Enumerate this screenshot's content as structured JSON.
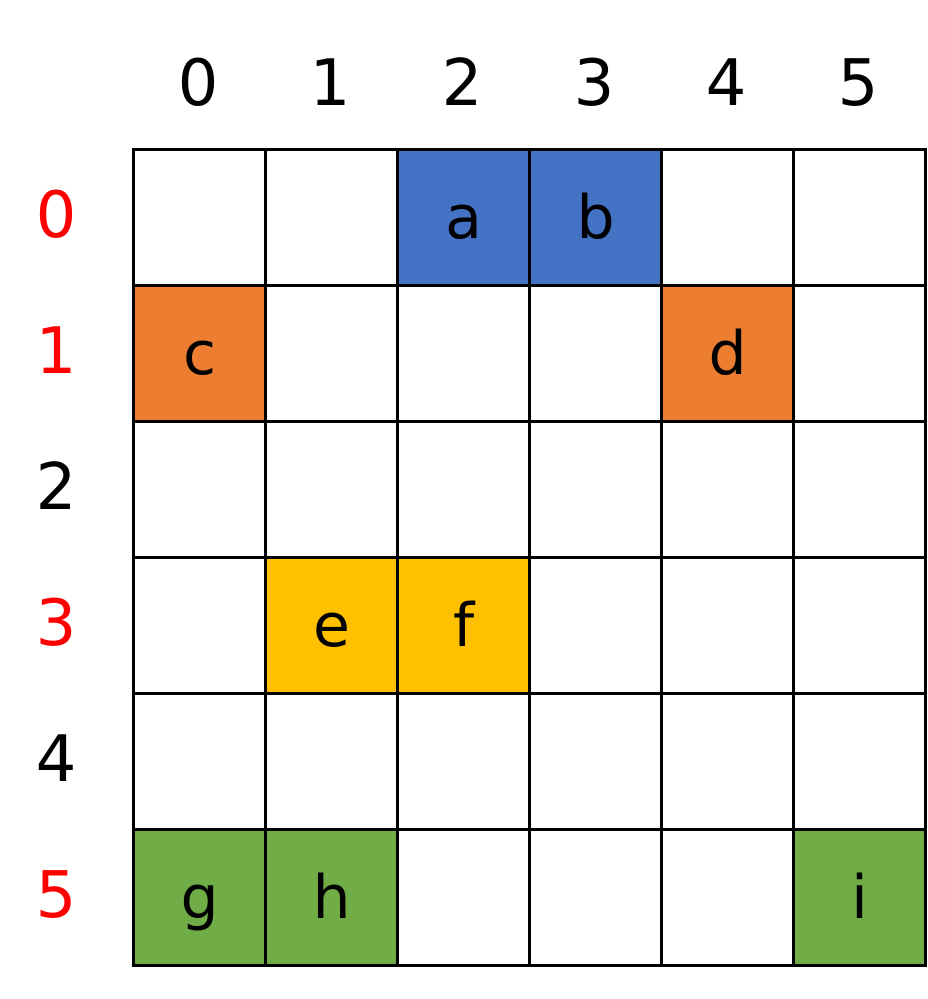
{
  "columns": [
    "0",
    "1",
    "2",
    "3",
    "4",
    "5"
  ],
  "rows": [
    {
      "label": "0",
      "color": "#ff0000"
    },
    {
      "label": "1",
      "color": "#ff0000"
    },
    {
      "label": "2",
      "color": "#000000"
    },
    {
      "label": "3",
      "color": "#ff0000"
    },
    {
      "label": "4",
      "color": "#000000"
    },
    {
      "label": "5",
      "color": "#ff0000"
    }
  ],
  "cells": [
    {
      "row": 0,
      "col": 2,
      "text": "a",
      "color": "#4472c4"
    },
    {
      "row": 0,
      "col": 3,
      "text": "b",
      "color": "#4472c4"
    },
    {
      "row": 1,
      "col": 0,
      "text": "c",
      "color": "#ed7d31"
    },
    {
      "row": 1,
      "col": 4,
      "text": "d",
      "color": "#ed7d31"
    },
    {
      "row": 3,
      "col": 1,
      "text": "e",
      "color": "#ffc000"
    },
    {
      "row": 3,
      "col": 2,
      "text": "f",
      "color": "#ffc000"
    },
    {
      "row": 5,
      "col": 0,
      "text": "g",
      "color": "#70ad47"
    },
    {
      "row": 5,
      "col": 1,
      "text": "h",
      "color": "#70ad47"
    },
    {
      "row": 5,
      "col": 5,
      "text": "i",
      "color": "#70ad47"
    }
  ]
}
